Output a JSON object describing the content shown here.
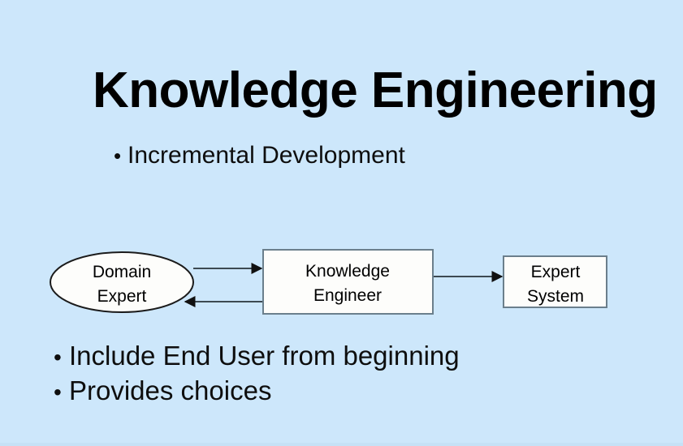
{
  "slide": {
    "background_color": "#cde7fb",
    "title": "Knowledge Engineering",
    "text_color": "#000000"
  },
  "top_bullets": [
    {
      "marker": "•",
      "text": "Incremental Development"
    }
  ],
  "diagram": {
    "node_fill": "#fdfdfb",
    "node_stroke": "#6b7f8c",
    "arrow_color": "#3c4a52",
    "nodes": [
      {
        "id": "domain-expert",
        "shape": "ellipse",
        "line1": "Domain",
        "line2": "Expert"
      },
      {
        "id": "knowledge-engineer",
        "shape": "rectangle",
        "line1": "Knowledge",
        "line2": "Engineer"
      },
      {
        "id": "expert-system",
        "shape": "rectangle",
        "line1": "Expert",
        "line2": "System"
      }
    ],
    "connectors": [
      {
        "id": "domain-expert-to-knowledge-engineer",
        "direction": "right"
      },
      {
        "id": "knowledge-engineer-to-domain-expert",
        "direction": "left"
      },
      {
        "id": "knowledge-engineer-to-expert-system",
        "direction": "right"
      }
    ]
  },
  "bottom_bullets": [
    {
      "marker": "•",
      "text": "Include End User from beginning"
    },
    {
      "marker": "•",
      "text": "Provides choices"
    }
  ]
}
